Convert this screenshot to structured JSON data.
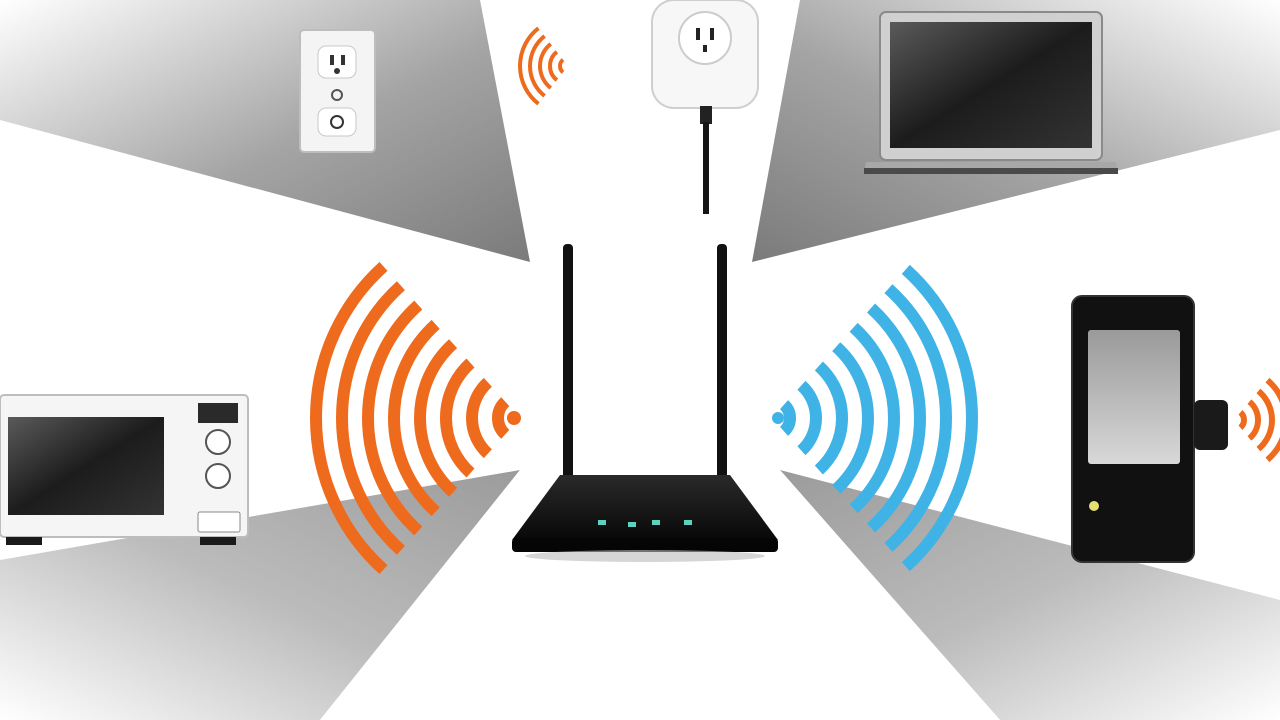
{
  "colors": {
    "background": "#ffffff",
    "wall_shade": "#8e8e8e",
    "signal_orange": "#ee6b1e",
    "signal_blue": "#3fb3e6",
    "router_black": "#141414",
    "device_white": "#f2f2f2",
    "device_gray": "#b9b9b9",
    "screen_dark": "#262626"
  },
  "objects": [
    "wall-outlet",
    "smart-plug",
    "laptop",
    "microwave",
    "wifi-router",
    "cordless-phone"
  ],
  "signals": [
    {
      "side": "left",
      "color": "orange",
      "arcs": 8
    },
    {
      "side": "right",
      "color": "blue",
      "arcs": 8
    },
    {
      "side": "top",
      "color": "orange",
      "arcs": 5
    },
    {
      "side": "far-right",
      "color": "orange",
      "arcs": 4
    }
  ]
}
